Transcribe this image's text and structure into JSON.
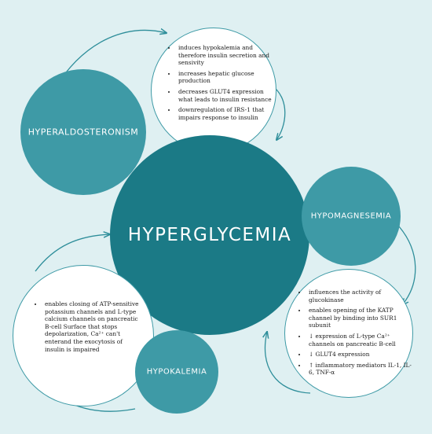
{
  "hyperglycemia": {
    "label": "HYPERGLYCEMIA"
  },
  "hyperaldosteronism": {
    "label": "HYPERALDOSTERONISM",
    "effects": [
      "induces hypokalemia and therefore insulin secretion and sensivity",
      "increases hepatic glucose production",
      "decreases GLUT4 expression what leads to insulin resistance",
      "downregulation of IRS-1 that impairs response to insulin"
    ]
  },
  "hypomagnesemia": {
    "label": "HYPOMAGNESEMIA",
    "effects": [
      "influences the activity of glucokinase",
      "enables opening of the KATP channel by binding into SUR1 subunit",
      "↓ expression of L-type Ca²⁺ channels on pancreatic B-cell",
      "↓ GLUT4 expression",
      "↑ inflammatory mediators IL-1, IL-6, TNF-α"
    ]
  },
  "hypokalemia": {
    "label": "HYPOKALEMIA",
    "effects": [
      "enables closing of ATP-sensitive potassium channels and L-type calcium channels on pancreatic B-cell Surface that stops depolarization, Ca²⁺ can't enterand the exocytosis of insulin is impaired"
    ]
  },
  "colors": {
    "dark": "#1b7a86",
    "mid": "#3e9aa6",
    "arrow": "#2e8e9a",
    "background": "#dff0f2"
  }
}
